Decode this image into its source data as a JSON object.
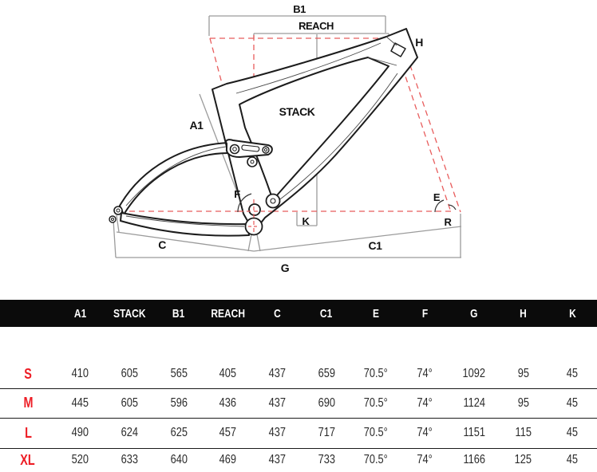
{
  "page": {
    "background": "#FFFFFF"
  },
  "diagram": {
    "labels": {
      "b1": "B1",
      "reach": "REACH",
      "h": "H",
      "a1": "A1",
      "stack": "STACK",
      "f": "F",
      "e": "E",
      "r": "R",
      "k": "K",
      "c": "C",
      "c1": "C1",
      "g": "G"
    },
    "colors": {
      "frame_line": "#1C1C1C",
      "dimension_line": "#9B9B9B",
      "axis_dashed_red": "#E85C5C"
    }
  },
  "table": {
    "header_bg": "#0B0B0B",
    "header_text_color": "#FFFFFF",
    "size_color": "#ED1C24",
    "columns": [
      "",
      "A1",
      "STACK",
      "B1",
      "REACH",
      "C",
      "C1",
      "E",
      "F",
      "G",
      "H",
      "K"
    ],
    "rows": [
      {
        "size": "S",
        "values": [
          "410",
          "605",
          "565",
          "405",
          "437",
          "659",
          "70.5°",
          "74°",
          "1092",
          "95",
          "45"
        ]
      },
      {
        "size": "M",
        "values": [
          "445",
          "605",
          "596",
          "436",
          "437",
          "690",
          "70.5°",
          "74°",
          "1124",
          "95",
          "45"
        ]
      },
      {
        "size": "L",
        "values": [
          "490",
          "624",
          "625",
          "457",
          "437",
          "717",
          "70.5°",
          "74°",
          "1151",
          "115",
          "45"
        ]
      },
      {
        "size": "XL",
        "values": [
          "520",
          "633",
          "640",
          "469",
          "437",
          "733",
          "70.5°",
          "74°",
          "1166",
          "125",
          "45"
        ]
      }
    ]
  }
}
